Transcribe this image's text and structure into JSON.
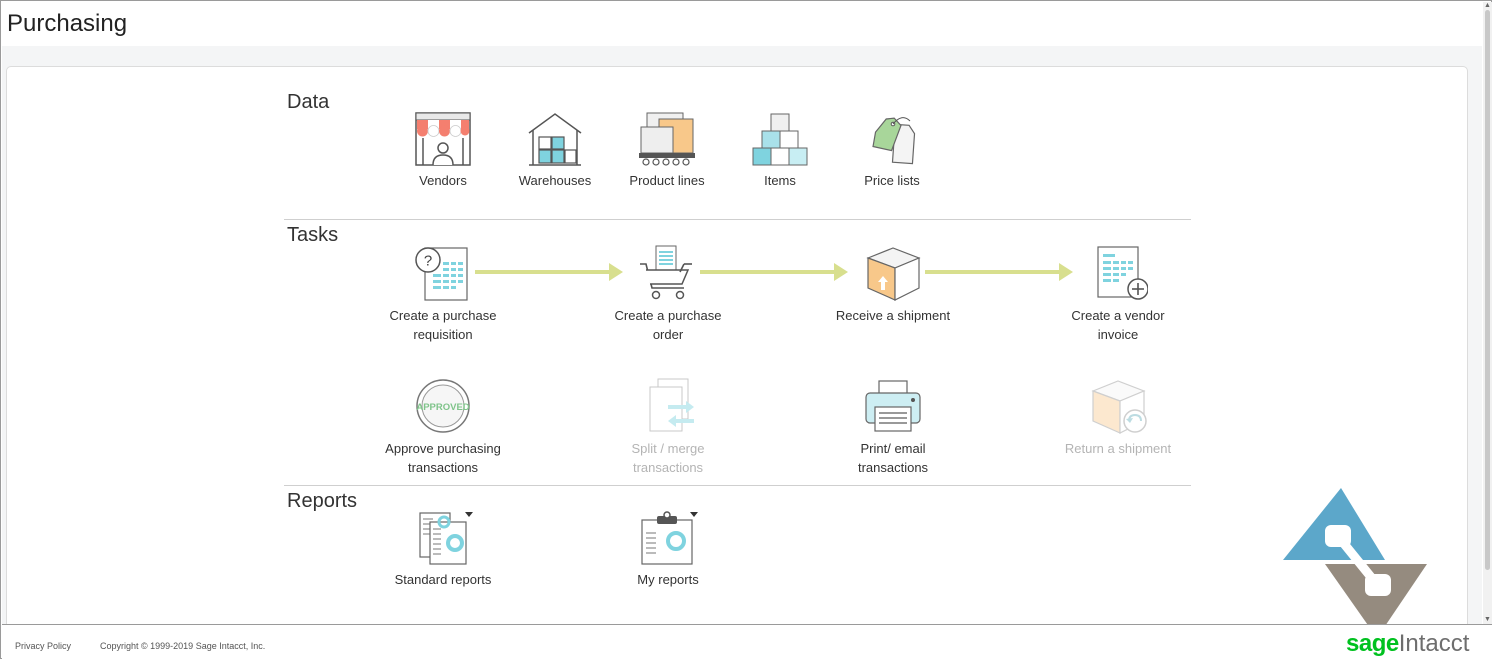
{
  "header": {
    "title": "Purchasing"
  },
  "sections": {
    "data": {
      "title": "Data",
      "items": [
        {
          "label": "Vendors",
          "icon": "vendor-storefront-icon"
        },
        {
          "label": "Warehouses",
          "icon": "warehouse-icon"
        },
        {
          "label": "Product lines",
          "icon": "product-lines-icon"
        },
        {
          "label": "Items",
          "icon": "items-boxes-icon"
        },
        {
          "label": "Price lists",
          "icon": "price-tags-icon"
        }
      ]
    },
    "tasks": {
      "title": "Tasks",
      "flow": [
        {
          "line1": "Create a purchase",
          "line2": "requisition",
          "icon": "requisition-document-icon"
        },
        {
          "line1": "Create a purchase",
          "line2": "order",
          "icon": "shopping-cart-icon"
        },
        {
          "line1": "Receive a shipment",
          "line2": "",
          "icon": "shipment-box-icon"
        },
        {
          "line1": "Create a vendor",
          "line2": "invoice",
          "icon": "invoice-document-icon"
        }
      ],
      "other": [
        {
          "line1": "Approve purchasing",
          "line2": "transactions",
          "icon": "approved-stamp-icon",
          "stamp_text": "APPROVED",
          "enabled": true
        },
        {
          "line1": "Split / merge",
          "line2": "transactions",
          "icon": "split-merge-icon",
          "enabled": false
        },
        {
          "line1": "Print/ email",
          "line2": "transactions",
          "icon": "printer-icon",
          "enabled": true
        },
        {
          "line1": "Return a shipment",
          "line2": "",
          "icon": "return-shipment-icon",
          "enabled": false
        }
      ]
    },
    "reports": {
      "title": "Reports",
      "items": [
        {
          "label": "Standard reports",
          "icon": "standard-reports-icon"
        },
        {
          "label": "My reports",
          "icon": "my-reports-icon"
        }
      ]
    }
  },
  "footer": {
    "privacy": "Privacy Policy",
    "copyright": "Copyright © 1999-2019 Sage Intacct, Inc.",
    "brand_sage": "sage",
    "brand_intacct": "Intacct"
  },
  "colors": {
    "accent_teal": "#7fd3df",
    "arrow": "#d8df8e",
    "box_orange": "#f8c88a",
    "awning_red": "#f47f6f",
    "tag_green": "#a8d69a",
    "brand_green": "#00c11f"
  }
}
